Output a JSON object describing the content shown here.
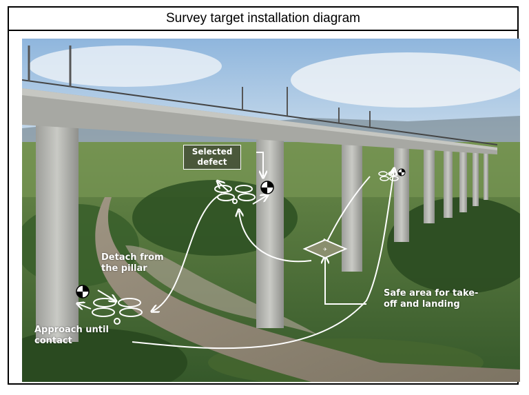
{
  "title": "Survey target installation diagram",
  "labels": {
    "selected_defect": "Selected defect",
    "detach": "Detach from the pillar",
    "safe_area": "Safe area for take-off and landing",
    "approach": "Approach until contact"
  },
  "colors": {
    "sky": "#b9d3ea",
    "concrete": "#b7b8b4",
    "vegetation": "#3f6a2a",
    "river": "#8a8170",
    "annotation": "#ffffff"
  },
  "icons": [
    "drone-icon",
    "target-marker-icon",
    "flight-path-arrow-icon"
  ]
}
